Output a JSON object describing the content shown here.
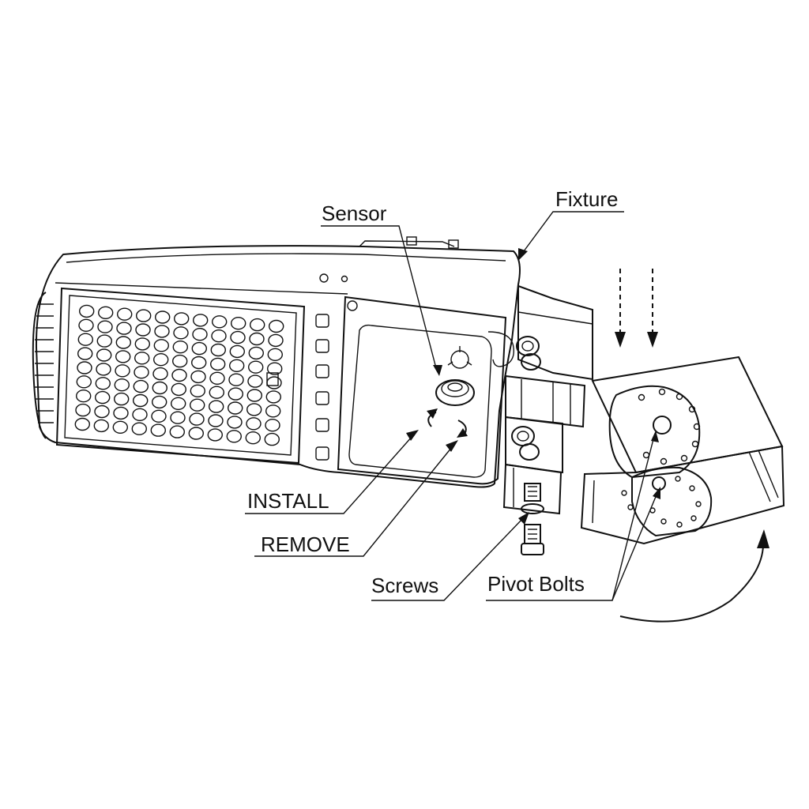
{
  "labels": {
    "fixture": "Fixture",
    "sensor": "Sensor",
    "install": "INSTALL",
    "remove": "REMOVE",
    "screws": "Screws",
    "pivot_bolts": "Pivot Bolts"
  },
  "colors": {
    "ink": "#111111",
    "background": "#ffffff"
  },
  "led_grid": {
    "rows": 9,
    "cols": 11
  }
}
